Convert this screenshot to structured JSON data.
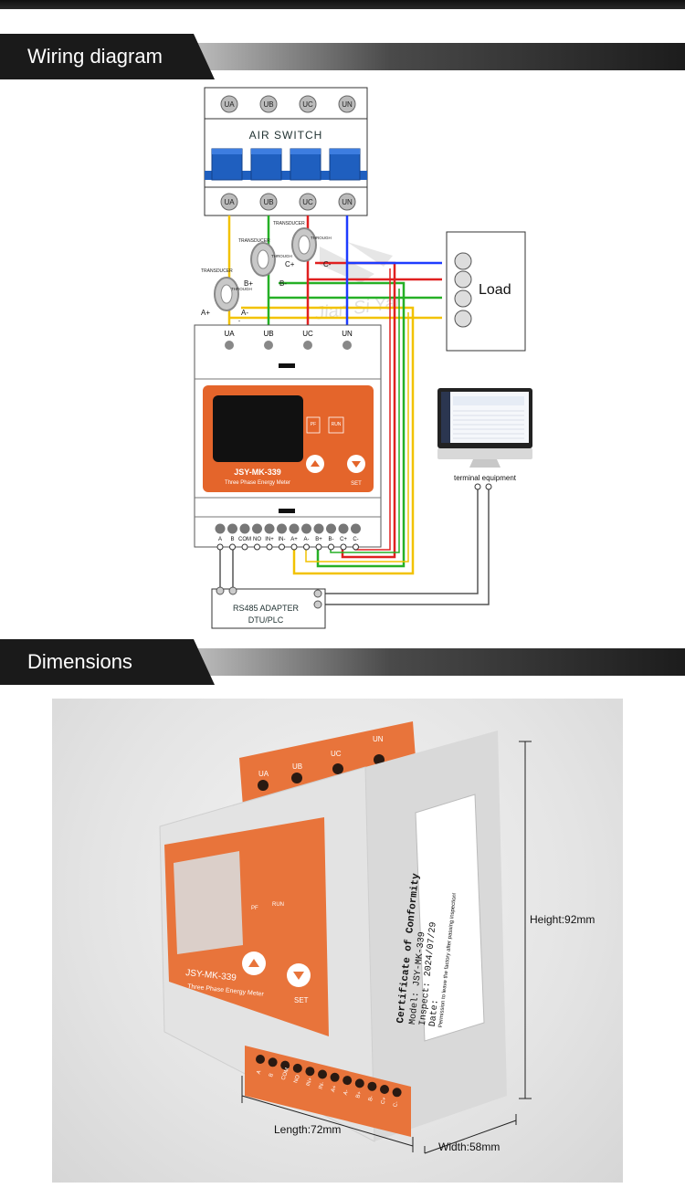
{
  "sections": {
    "wiring": {
      "title": "Wiring diagram"
    },
    "dimensions": {
      "title": "Dimensions"
    }
  },
  "air_switch": {
    "label": "AIR SWITCH",
    "terminals_top": [
      "UA",
      "UB",
      "UC",
      "UN"
    ],
    "terminals_bottom": [
      "UA",
      "UB",
      "UC",
      "UN"
    ]
  },
  "transducers": {
    "label": "TRANSDUCER",
    "through": "THROUGH",
    "a_plus": "A+",
    "a_minus": "A-",
    "b_plus": "B+",
    "b_minus": "B-",
    "c_plus": "C+",
    "c_minus": "C-"
  },
  "load": {
    "label": "Load"
  },
  "meter": {
    "voltage_terminals": [
      "UA",
      "UB",
      "UC",
      "UN"
    ],
    "model": "JSY-MK-339",
    "subtitle": "Three Phase Energy Meter",
    "pf": "PF",
    "run": "RUN",
    "set": "SET",
    "bottom_terminals": [
      "A",
      "B",
      "COM",
      "NO",
      "IN+",
      "IN-",
      "A+",
      "A-",
      "B+",
      "B-",
      "C+",
      "C-"
    ]
  },
  "terminal_equipment": {
    "label": "terminal equipment"
  },
  "adapter": {
    "line1": "RS485 ADAPTER",
    "line2": "DTU/PLC"
  },
  "watermark": "Jian Si Yan",
  "dimensions": {
    "height": "Height:92mm",
    "length": "Length:72mm",
    "width": "Width:58mm"
  },
  "certificate": {
    "title": "Certificate of Conformity",
    "model_label": "Model:",
    "model_value": "JSY-MK-339",
    "inspect_label": "Inspect:",
    "date_label": "Date:",
    "date_value": "2024/07/29",
    "note": "Permission to leave the factory after passing inspection!"
  },
  "colors": {
    "phase_a": "#f2c200",
    "phase_b": "#26b026",
    "phase_c": "#e02020",
    "neutral": "#1e3cff",
    "meter_panel": "#e4652b",
    "switch_blue": "#1f5fbf"
  }
}
